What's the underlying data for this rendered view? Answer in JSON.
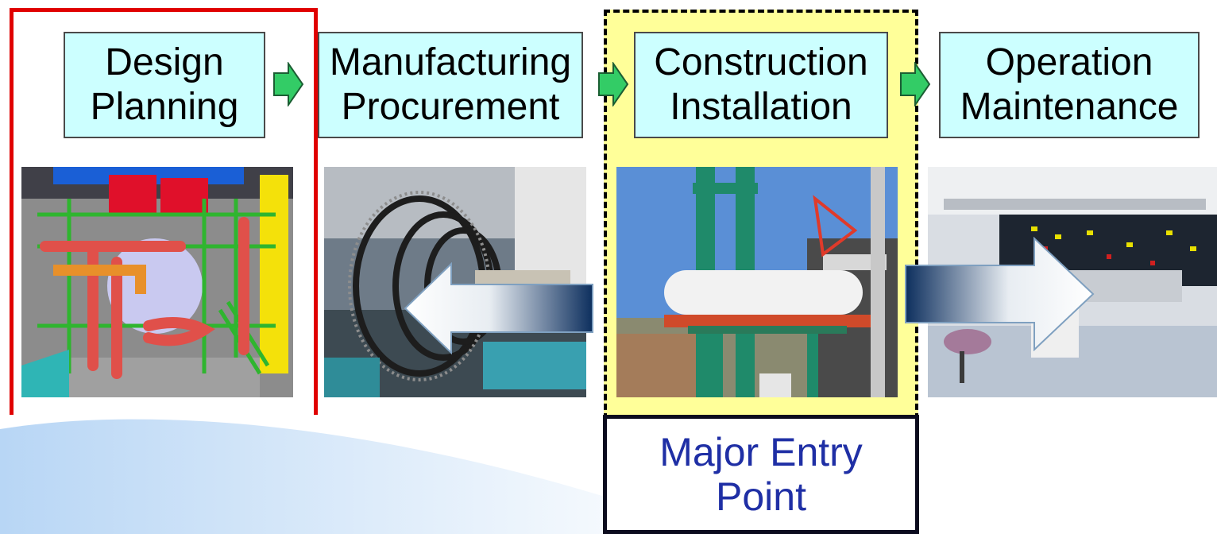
{
  "stages": [
    {
      "label": "Design\nPlanning"
    },
    {
      "label": "Manufacturing\nProcurement"
    },
    {
      "label": "Construction\nInstallation"
    },
    {
      "label": "Operation\nMaintenance"
    }
  ],
  "photos": [
    {
      "icon": "plant-3d-cad-model-image"
    },
    {
      "icon": "steam-turbine-factory-image"
    },
    {
      "icon": "construction-crane-lifting-vessel-image"
    },
    {
      "icon": "control-room-image"
    }
  ],
  "callout": {
    "label": "Major Entry\nPoint"
  },
  "colors": {
    "stage_fill": "#ccffff",
    "flow_arrow": "#33cc66",
    "highlight_fill": "#ffff99",
    "design_outline": "#e00000",
    "callout_text": "#1f2fa5",
    "big_arrow_dark": "#0d2f5e"
  }
}
